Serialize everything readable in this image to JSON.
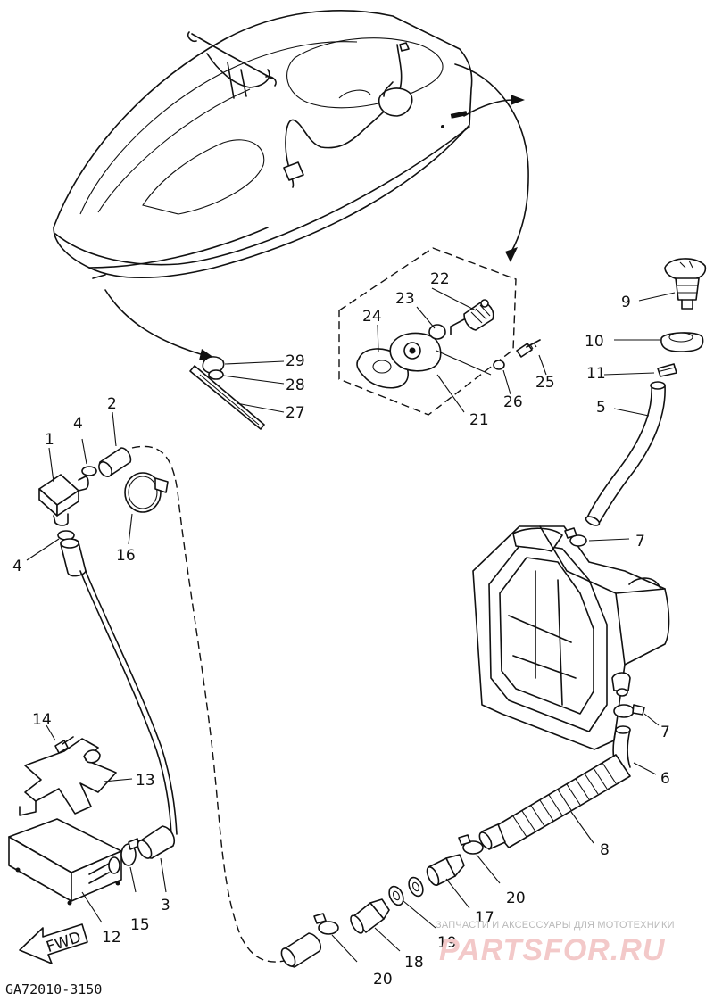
{
  "diagram_code": "GA72010-3150",
  "direction_arrow": "FWD",
  "watermark": {
    "tagline": "ЗАПЧАСТИ И АКСЕССУАРЫ ДЛЯ МОТОТЕХНИКИ",
    "brand": "PARTSFOR.RU"
  },
  "part_labels": {
    "p1": "1",
    "p2": "2",
    "p3": "3",
    "p4a": "4",
    "p4b": "4",
    "p5": "5",
    "p6": "6",
    "p7a": "7",
    "p7b": "7",
    "p8": "8",
    "p9": "9",
    "p10": "10",
    "p11": "11",
    "p12": "12",
    "p13": "13",
    "p14": "14",
    "p15": "15",
    "p16": "16",
    "p17": "17",
    "p18": "18",
    "p19": "19",
    "p20a": "20",
    "p20b": "20",
    "p21": "21",
    "p22": "22",
    "p23": "23",
    "p24": "24",
    "p25": "25",
    "p26": "26",
    "p27": "27",
    "p28": "28",
    "p29": "29"
  }
}
